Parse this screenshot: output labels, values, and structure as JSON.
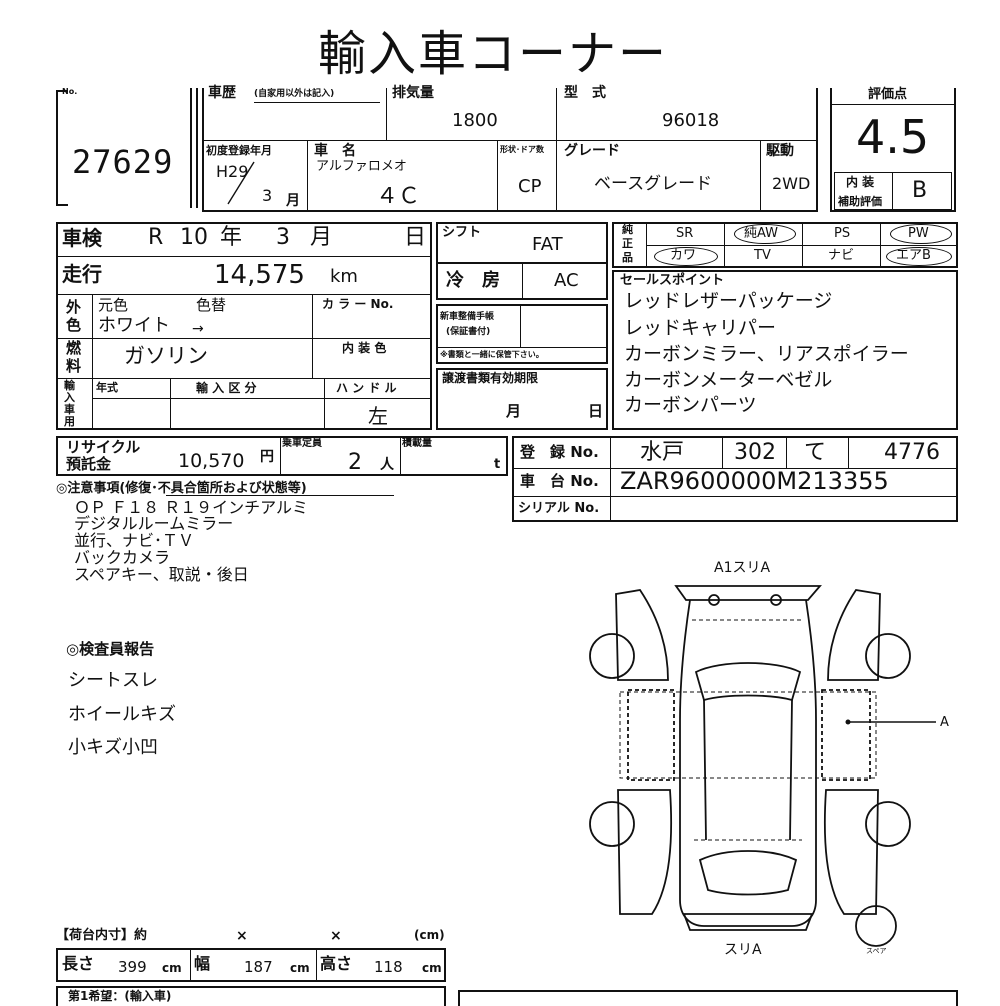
{
  "title": "輸入車コーナー",
  "lot": {
    "no_label": "No.",
    "number": "27629"
  },
  "history": {
    "label": "車歴",
    "note": "(自家用以外は記入)"
  },
  "displacement": {
    "label": "排気量",
    "value": "1800"
  },
  "model": {
    "label": "型　式",
    "value": "96018"
  },
  "score": {
    "label": "評価点",
    "value": "4.5"
  },
  "first_reg": {
    "label": "初度登録年月",
    "era_year": "H29",
    "month": "3",
    "month_unit": "月"
  },
  "car_name": {
    "label": "車　名",
    "maker": "アルファロメオ",
    "name": "４Ｃ"
  },
  "shape": {
    "label": "形状･ドア数",
    "value": "CP"
  },
  "grade": {
    "label": "グレード",
    "value": "ベースグレード"
  },
  "drive": {
    "label": "駆動",
    "value": "2WD"
  },
  "interior": {
    "label1": "内 装",
    "label2": "補助評価",
    "value": "B"
  },
  "inspection": {
    "label": "車検",
    "era": "R",
    "year": "10",
    "year_unit": "年",
    "month": "3",
    "month_unit": "月",
    "day_unit": "日"
  },
  "shift": {
    "label": "シフト",
    "value": "FAT"
  },
  "mileage": {
    "label": "走行",
    "value": "14,575",
    "unit": "km"
  },
  "ac": {
    "label": "冷　房",
    "value": "AC"
  },
  "equipment": {
    "label1": "純",
    "label2": "正",
    "label3": "品",
    "items": [
      "SR",
      "純AW",
      "PS",
      "PW",
      "カワ",
      "TV",
      "ナビ",
      "エアB"
    ]
  },
  "color": {
    "side1": "外",
    "side2": "色",
    "orig_label": "元色",
    "change_label": "色替",
    "orig_value": "ホワイト",
    "arrow": "→",
    "code_label": "カ ラ ー No."
  },
  "maint": {
    "label1": "新車整備手帳",
    "label2": "(保証書付)",
    "note": "※書類と一緒に保管下さい。"
  },
  "fuel": {
    "side1": "燃",
    "side2": "料",
    "value": "ガソリン",
    "int_color_label": "内 装 色"
  },
  "sales": {
    "label": "セールスポイント",
    "lines": [
      "レッドレザーパッケージ",
      "レッドキャリパー",
      "カーボンミラー、リアスポイラー",
      "カーボンメーターベゼル",
      "カーボンパーツ"
    ]
  },
  "import": {
    "side": [
      "輸",
      "入",
      "車",
      "用"
    ],
    "year_label": "年式",
    "type_label": "輸 入 区 分",
    "handle_label": "ハ ン ド ル",
    "handle_value": "左"
  },
  "transfer": {
    "label": "譲渡書類有効期限",
    "month_unit": "月",
    "day_unit": "日"
  },
  "recycle": {
    "label1": "リサイクル",
    "label2": "預託金",
    "value": "10,570",
    "unit": "円"
  },
  "capacity": {
    "label": "乗車定員",
    "value": "2",
    "unit": "人"
  },
  "load": {
    "label": "積載量",
    "unit": "t"
  },
  "registration": {
    "label": "登　録 No.",
    "area": "水戸",
    "class": "302",
    "kana": "て",
    "number": "4776"
  },
  "chassis": {
    "label": "車　台 No.",
    "value": "ZAR9600000M213355"
  },
  "serial": {
    "label": "シリアル No."
  },
  "notes": {
    "label": "◎注意事項(修復･不具合箇所および状態等)",
    "lines": [
      "ＯＰ Ｆ１８ Ｒ１９インチアルミ",
      "デジタルルームミラー",
      "並行、ナビ･ＴＶ",
      "バックカメラ",
      "スペアキー、取説・後日"
    ]
  },
  "inspector": {
    "label": "◎検査員報告",
    "lines": [
      "シートスレ",
      "ホイールキズ",
      "小キズ小凹"
    ]
  },
  "diagram": {
    "front": "A1スリA",
    "rear": "スリA",
    "side_marker": "A",
    "spare": "スペア"
  },
  "cargo": {
    "label": "【荷台内寸】約",
    "x1": "×",
    "x2": "×",
    "unit": "(cm)",
    "length_label": "長さ",
    "length_value": "399",
    "width_label": "幅",
    "width_value": "187",
    "height_label": "高さ",
    "height_value": "118",
    "cm": "cm"
  },
  "ownership": {
    "label": "第1希望：(輸入車)"
  }
}
